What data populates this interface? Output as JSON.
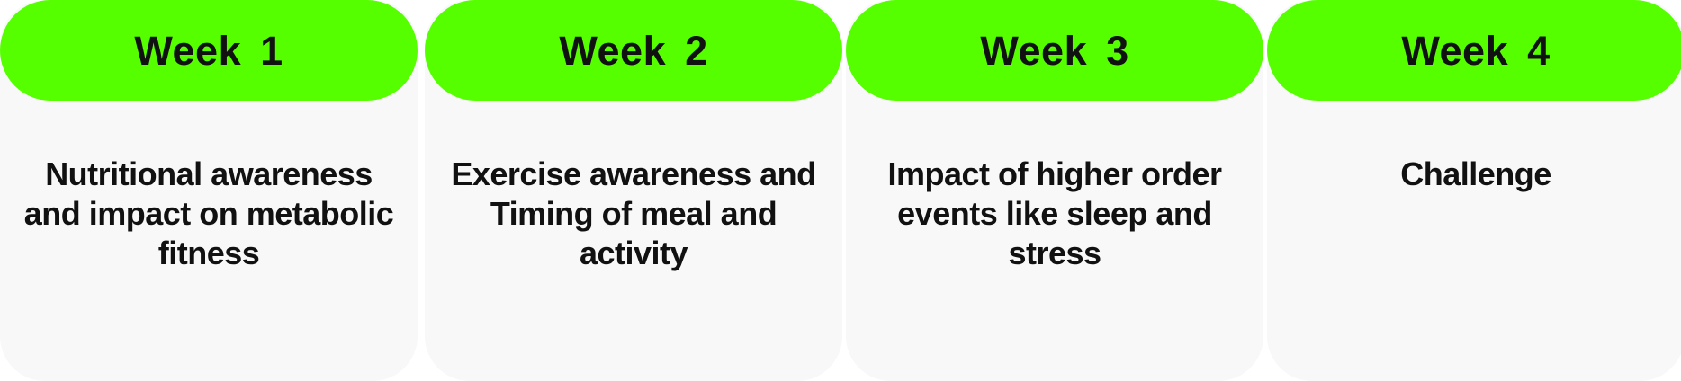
{
  "colors": {
    "header_bg": "#55ff00",
    "card_bg": "#f8f8f8",
    "text": "#111111"
  },
  "weeks": [
    {
      "title": "Week 1",
      "description": "Nutritional awareness and impact on metabolic fitness"
    },
    {
      "title": "Week 2",
      "description": "Exercise awareness and Timing of meal and activity"
    },
    {
      "title": "Week 3",
      "description": "Impact of higher order events like sleep and stress"
    },
    {
      "title": "Week 4",
      "description": "Challenge"
    }
  ]
}
